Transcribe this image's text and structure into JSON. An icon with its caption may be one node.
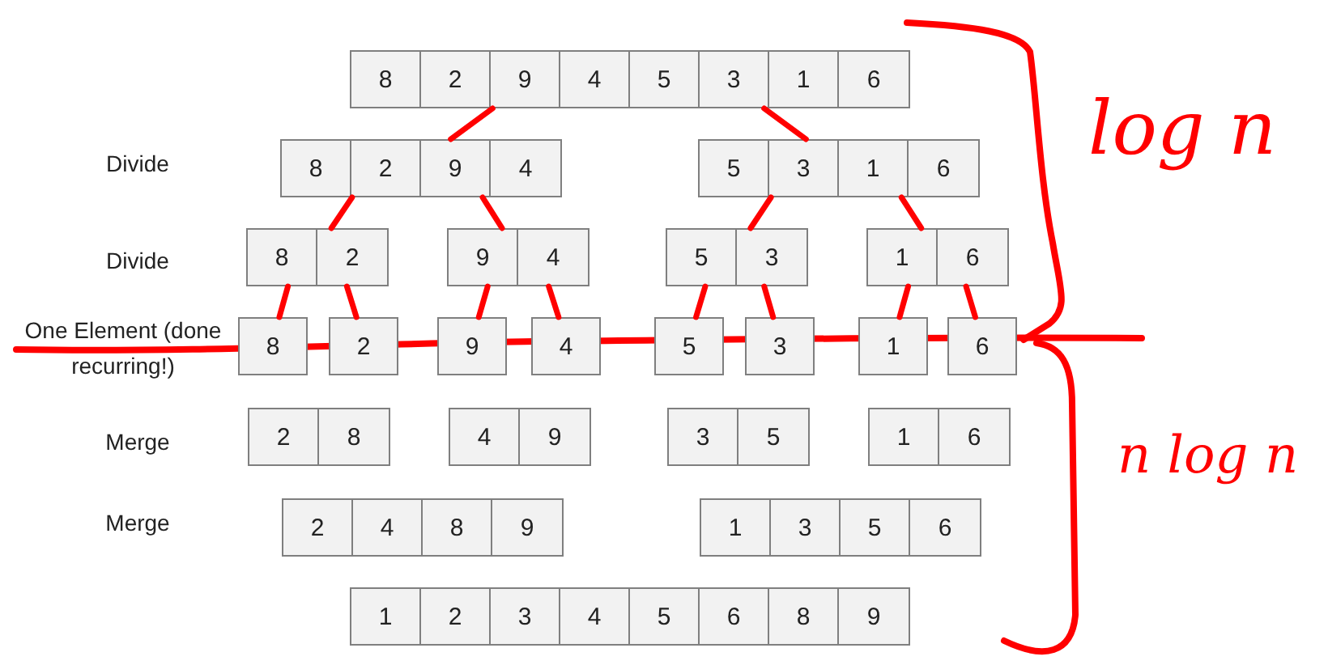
{
  "diagram": {
    "nodes": [
      {
        "text": [],
        "shape": "box"
      },
      {
        "text": [
          "8"
        ],
        "in": 0
      },
      {
        "text": [
          "2"
        ],
        "in": 0
      },
      {
        "text": [
          "9"
        ],
        "in": 0
      },
      {
        "text": [
          "4"
        ],
        "in": 0
      },
      {
        "text": [
          "5"
        ],
        "in": 0
      },
      {
        "text": [
          "3"
        ],
        "in": 0
      },
      {
        "text": [
          "1"
        ],
        "in": 0
      },
      {
        "text": [
          "6"
        ],
        "in": 0
      },
      {
        "text": [],
        "shape": "box"
      },
      {
        "text": [
          "8"
        ],
        "in": 9
      },
      {
        "text": [
          "2"
        ],
        "in": 9
      },
      {
        "text": [
          "9"
        ],
        "in": 9
      },
      {
        "text": [
          "4"
        ],
        "in": 9
      },
      {
        "text": [],
        "shape": "box"
      },
      {
        "text": [
          "5"
        ],
        "in": 14
      },
      {
        "text": [
          "3"
        ],
        "in": 14
      },
      {
        "text": [
          "1"
        ],
        "in": 14
      },
      {
        "text": [
          "6"
        ],
        "in": 14
      },
      {
        "text": [],
        "shape": "box"
      },
      {
        "text": [
          "8"
        ],
        "in": 19
      },
      {
        "text": [
          "2"
        ],
        "in": 19
      },
      {
        "text": [],
        "shape": "box"
      },
      {
        "text": [
          "9"
        ],
        "in": 22
      },
      {
        "text": [
          "4"
        ],
        "in": 22
      },
      {
        "text": [],
        "shape": "box"
      },
      {
        "text": [
          "5"
        ],
        "in": 25
      },
      {
        "text": [
          "3"
        ],
        "in": 25
      },
      {
        "text": [],
        "shape": "box"
      },
      {
        "text": [
          "1"
        ],
        "in": 28
      },
      {
        "text": [
          "6"
        ],
        "in": 28
      },
      {
        "text": [
          "8"
        ]
      },
      {
        "text": [
          "2"
        ]
      },
      {
        "text": [
          "9"
        ]
      },
      {
        "text": [
          "4"
        ]
      },
      {
        "text": [
          "5"
        ]
      },
      {
        "text": [
          "3"
        ]
      },
      {
        "text": [
          "1"
        ]
      },
      {
        "text": [
          "6"
        ]
      },
      {
        "text": [],
        "shape": "box"
      },
      {
        "text": [
          "2"
        ],
        "in": 39
      },
      {
        "text": [
          "8"
        ],
        "in": 39
      },
      {
        "text": [],
        "shape": "box"
      },
      {
        "text": [
          "4"
        ],
        "in": 42
      },
      {
        "text": [
          "9"
        ],
        "in": 42
      },
      {
        "text": [],
        "shape": "box"
      },
      {
        "text": [
          "3"
        ],
        "in": 45
      },
      {
        "text": [
          "5"
        ],
        "in": 45
      },
      {
        "text": [],
        "shape": "box"
      },
      {
        "text": [
          "1"
        ],
        "in": 48
      },
      {
        "text": [
          "6"
        ],
        "in": 48
      },
      {
        "text": [],
        "shape": "box"
      },
      {
        "text": [
          "2"
        ],
        "in": 51
      },
      {
        "text": [
          "4"
        ],
        "in": 51
      },
      {
        "text": [
          "8"
        ],
        "in": 51
      },
      {
        "text": [
          "9"
        ],
        "in": 51
      },
      {
        "text": [],
        "shape": "box"
      },
      {
        "text": [
          "1"
        ],
        "in": 56
      },
      {
        "text": [
          "3"
        ],
        "in": 56
      },
      {
        "text": [
          "5"
        ],
        "in": 56
      },
      {
        "text": [
          "6"
        ],
        "in": 56
      },
      {
        "text": [],
        "shape": "box"
      },
      {
        "text": [
          "1"
        ],
        "in": 61
      },
      {
        "text": [
          "2"
        ],
        "in": 61
      },
      {
        "text": [
          "3"
        ],
        "in": 61
      },
      {
        "text": [
          "4"
        ],
        "in": 61
      },
      {
        "text": [
          "5"
        ],
        "in": 61
      },
      {
        "text": [
          "6"
        ],
        "in": 61
      },
      {
        "text": [
          "8"
        ],
        "in": 61
      },
      {
        "text": [
          "9"
        ],
        "in": 61
      }
    ],
    "edges": [
      {
        "from": 0,
        "to": 9,
        "arrow": "none"
      },
      {
        "from": 0,
        "to": 14,
        "arrow": "none"
      },
      {
        "from": 9,
        "to": 19,
        "arrow": "none"
      },
      {
        "from": 9,
        "to": 22,
        "arrow": "none"
      },
      {
        "from": 14,
        "to": 25,
        "arrow": "none"
      },
      {
        "from": 14,
        "to": 28,
        "arrow": "none"
      },
      {
        "from": 19,
        "to": 31,
        "arrow": "none"
      },
      {
        "from": 19,
        "to": 32,
        "arrow": "none"
      },
      {
        "from": 22,
        "to": 33,
        "arrow": "none"
      },
      {
        "from": 22,
        "to": 34,
        "arrow": "none"
      },
      {
        "from": 25,
        "to": 35,
        "arrow": "none"
      },
      {
        "from": 25,
        "to": 36,
        "arrow": "none"
      },
      {
        "from": 28,
        "to": 37,
        "arrow": "none"
      },
      {
        "from": 28,
        "to": 38,
        "arrow": "none"
      }
    ],
    "labels": [
      "Divide",
      "Divide",
      "One Element (done recurring!)",
      "Merge",
      "Merge",
      "log n",
      "n log n"
    ]
  }
}
